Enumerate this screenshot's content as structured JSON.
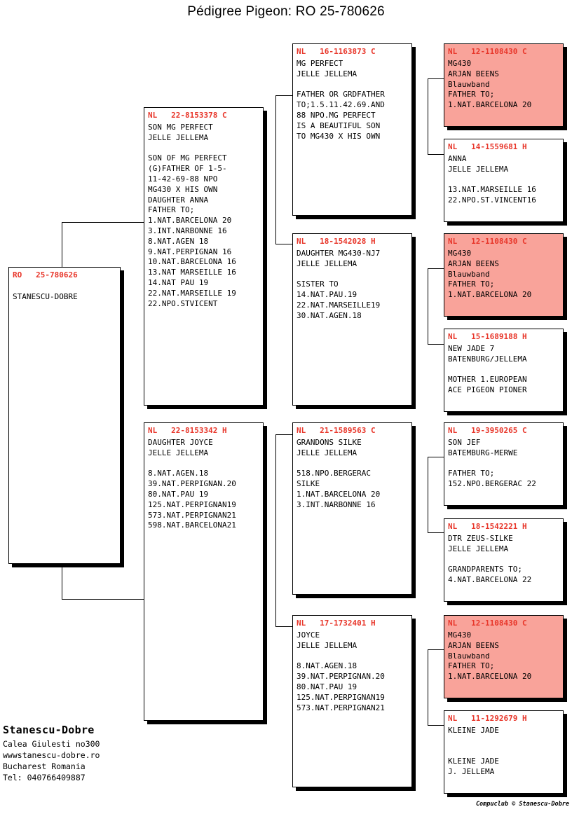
{
  "title": "Pédigree Pigeon: RO  25-780626",
  "colors": {
    "ring_text": "#e8372b",
    "highlight_box": "#f9a39a",
    "box_border": "#000000",
    "page_background": "#ffffff"
  },
  "subject": {
    "ring": "RO   25-780626",
    "details": "STANESCU-DOBRE"
  },
  "gen1": {
    "father": {
      "ring": "NL   22-8153378 C",
      "details": "SON MG PERFECT\nJELLE JELLEMA\n\nSON OF MG PERFECT\n(G)FATHER OF 1-5-\n11-42-69-88 NPO\nMG430 X HIS OWN\nDAUGHTER ANNA\nFATHER TO;\n1.NAT.BARCELONA 20\n3.INT.NARBONNE 16\n8.NAT.AGEN 18\n9.NAT.PERPIGNAN 16\n10.NAT.BARCELONA 16\n13.NAT MARSEILLE 16\n14.NAT PAU 19\n22.NAT.MARSEILLE 19\n22.NPO.STVICENT"
    },
    "mother": {
      "ring": "NL   22-8153342 H",
      "details": "DAUGHTER JOYCE\nJELLE JELLEMA\n\n8.NAT.AGEN.18\n39.NAT.PERPIGNAN.20\n80.NAT.PAU 19\n125.NAT.PERPIGNAN19\n573.NAT.PERPIGNAN21\n598.NAT.BARCELONA21"
    }
  },
  "gen2": {
    "ff": {
      "ring": "NL   16-1163873 C",
      "details": "MG PERFECT\nJELLE JELLEMA\n\nFATHER OR GRDFATHER\nTO;1.5.11.42.69.AND\n88 NPO.MG PERFECT\nIS A BEAUTIFUL SON\nTO MG430 X HIS OWN"
    },
    "fm": {
      "ring": "NL   18-1542028 H",
      "details": "DAUGHTER MG430-NJ7\nJELLE JELLEMA\n\nSISTER TO\n14.NAT.PAU.19\n22.NAT.MARSEILLE19\n30.NAT.AGEN.18"
    },
    "mf": {
      "ring": "NL   21-1589563 C",
      "details": "GRANDONS SILKE\nJELLE JELLEMA\n\n518.NPO.BERGERAC\nSILKE\n1.NAT.BARCELONA 20\n3.INT.NARBONNE 16"
    },
    "mm": {
      "ring": "NL   17-1732401 H",
      "details": "JOYCE\nJELLE JELLEMA\n\n8.NAT.AGEN.18\n39.NAT.PERPIGNAN.20\n80.NAT.PAU 19\n125.NAT.PERPIGNAN19\n573.NAT.PERPIGNAN21"
    }
  },
  "gen3": {
    "fff": {
      "ring": "NL   12-1108430 C",
      "details": "MG430\nARJAN BEENS\nBlauwband\nFATHER TO;\n1.NAT.BARCELONA 20",
      "highlight": true
    },
    "ffm": {
      "ring": "NL   14-1559681 H",
      "details": "ANNA\nJELLE JELLEMA\n\n13.NAT.MARSEILLE 16\n22.NPO.ST.VINCENT16",
      "highlight": false
    },
    "fmf": {
      "ring": "NL   12-1108430 C",
      "details": "MG430\nARJAN BEENS\nBlauwband\nFATHER TO;\n1.NAT.BARCELONA 20",
      "highlight": true
    },
    "fmm": {
      "ring": "NL   15-1689188 H",
      "details": "NEW JADE 7\nBATENBURG/JELLEMA\n\nMOTHER 1.EUROPEAN\nACE PIGEON PIONER",
      "highlight": false
    },
    "mff": {
      "ring": "NL   19-3950265 C",
      "details": "SON JEF\nBATEMBURG-MERWE\n\nFATHER TO;\n152.NPO.BERGERAC 22",
      "highlight": false
    },
    "mfm": {
      "ring": "NL   18-1542221 H",
      "details": "DTR ZEUS-SILKE\nJELLE JELLEMA\n\nGRANDPARENTS TO;\n4.NAT.BARCELONA 22",
      "highlight": false
    },
    "mmf": {
      "ring": "NL   12-1108430 C",
      "details": "MG430\nARJAN BEENS\nBlauwband\nFATHER TO;\n1.NAT.BARCELONA 20",
      "highlight": true
    },
    "mmm": {
      "ring": "NL   11-1292679 H",
      "details": "KLEINE JADE\n\n\nKLEINE JADE\nJ. JELLEMA",
      "highlight": false
    }
  },
  "footer": {
    "name": "Stanescu-Dobre",
    "address": "Calea Giulesti no300\nwwwstanescu-dobre.ro\nBucharest Romania\nTel: 040766409887",
    "copyright": "Compuclub © Stanescu-Dobre"
  }
}
